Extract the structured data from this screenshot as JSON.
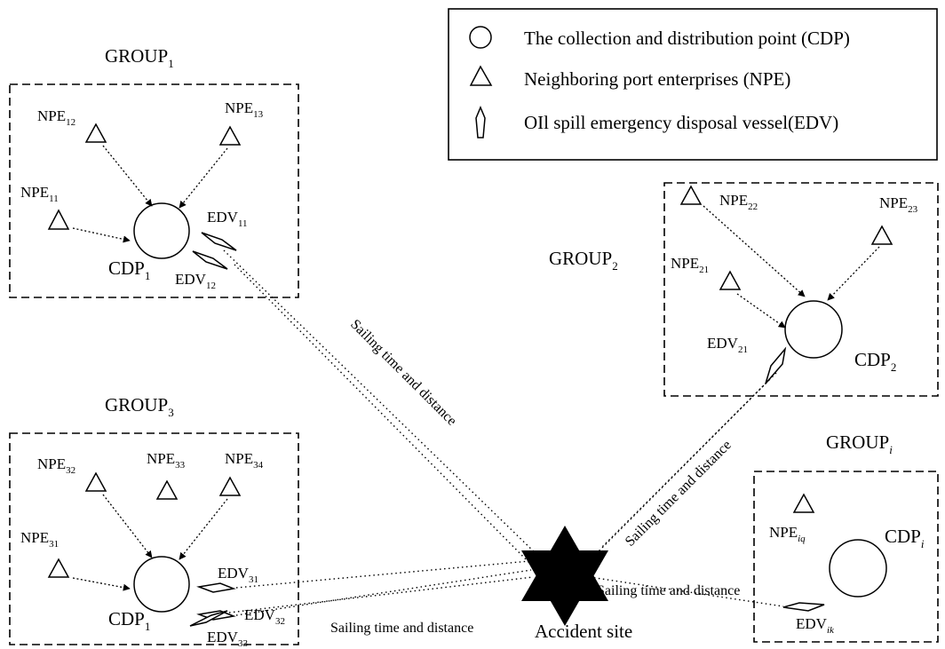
{
  "legend": {
    "cdp": "The collection and distribution point  (CDP)",
    "npe": "Neighboring port enterprises  (NPE)",
    "edv": "OIl spill emergency disposal vessel(EDV)"
  },
  "groups": {
    "g1": {
      "title": "GROUP",
      "sub": "1",
      "cdp": "CDP",
      "cdp_sub": "1",
      "npe_a": "NPE",
      "npe_a_sub": "12",
      "npe_b": "NPE",
      "npe_b_sub": "13",
      "npe_c": "NPE",
      "npe_c_sub": "11",
      "edv_a": "EDV",
      "edv_a_sub": "11",
      "edv_b": "EDV",
      "edv_b_sub": "12"
    },
    "g2": {
      "title": "GROUP",
      "sub": "2",
      "cdp": "CDP",
      "cdp_sub": "2",
      "npe_a": "NPE",
      "npe_a_sub": "22",
      "npe_b": "NPE",
      "npe_b_sub": "23",
      "npe_c": "NPE",
      "npe_c_sub": "21",
      "edv_a": "EDV",
      "edv_a_sub": "21"
    },
    "g3": {
      "title": "GROUP",
      "sub": "3",
      "cdp": "CDP",
      "cdp_sub": "1",
      "npe_a": "NPE",
      "npe_a_sub": "32",
      "npe_b": "NPE",
      "npe_b_sub": "33",
      "npe_c": "NPE",
      "npe_c_sub": "34",
      "npe_d": "NPE",
      "npe_d_sub": "31",
      "edv_a": "EDV",
      "edv_a_sub": "31",
      "edv_b": "EDV",
      "edv_b_sub": "32",
      "edv_c": "EDV",
      "edv_c_sub": "33"
    },
    "gi": {
      "title": "GROUP",
      "sub": "i",
      "cdp": "CDP",
      "cdp_sub": "i",
      "npe_a": "NPE",
      "npe_a_sub": "iq",
      "edv_a": "EDV",
      "edv_a_sub": "ik"
    }
  },
  "accident": {
    "label": "Accident site"
  },
  "routes": {
    "r1": "Sailing time and distance",
    "r2": "Sailing time and distance",
    "r3": "Sailing time and distance",
    "r4": "Sailing time and distance"
  }
}
